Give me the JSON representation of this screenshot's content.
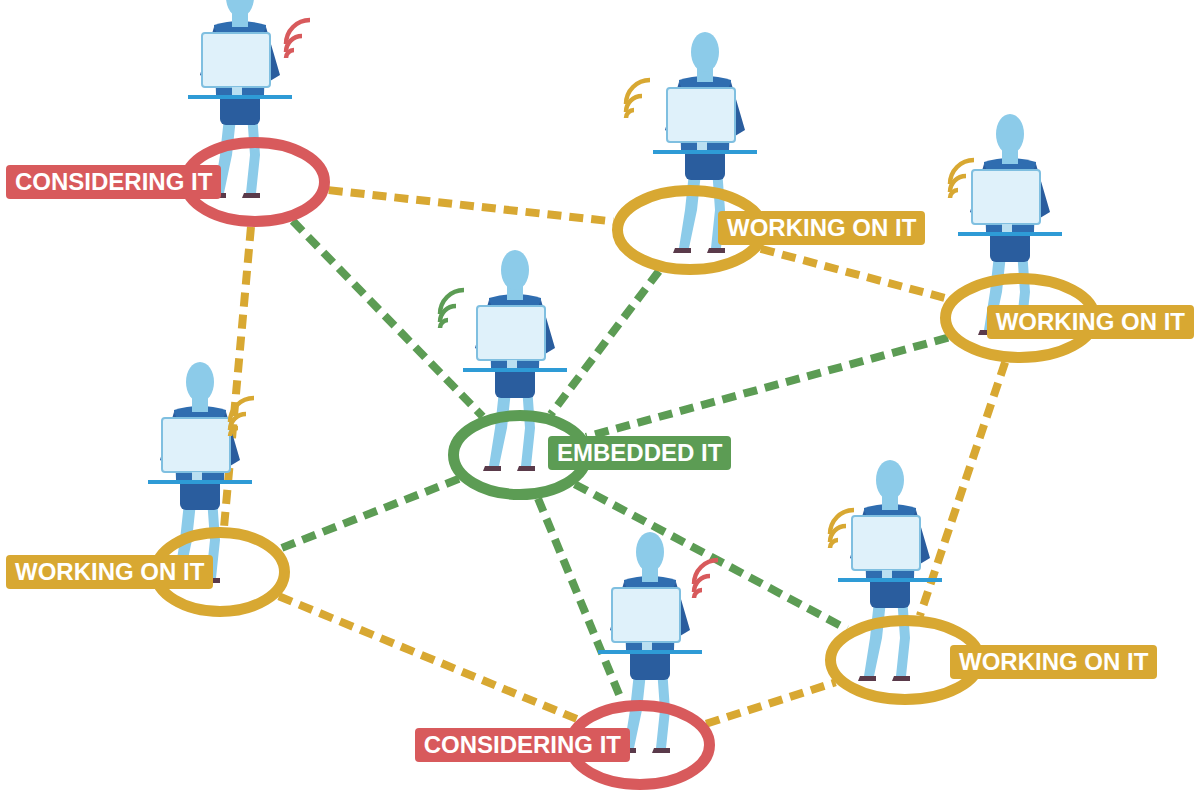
{
  "diagram": {
    "nodes": [
      {
        "text": [
          "CONSIDERING IT"
        ]
      },
      {
        "text": [
          "WORKING ON IT"
        ]
      },
      {
        "text": [
          "WORKING ON IT"
        ]
      },
      {
        "text": [
          "EMBEDDED IT"
        ]
      },
      {
        "text": [
          "WORKING ON IT"
        ]
      },
      {
        "text": [
          "CONSIDERING IT"
        ]
      },
      {
        "text": [
          "WORKING ON IT"
        ]
      }
    ],
    "edges": [
      {
        "from": 0,
        "to": 1,
        "arrow": "none"
      },
      {
        "from": 0,
        "to": 3,
        "arrow": "none"
      },
      {
        "from": 0,
        "to": 4,
        "arrow": "none"
      },
      {
        "from": 1,
        "to": 2,
        "arrow": "none"
      },
      {
        "from": 1,
        "to": 3,
        "arrow": "none"
      },
      {
        "from": 2,
        "to": 3,
        "arrow": "none"
      },
      {
        "from": 2,
        "to": 6,
        "arrow": "none"
      },
      {
        "from": 3,
        "to": 4,
        "arrow": "none"
      },
      {
        "from": 3,
        "to": 5,
        "arrow": "none"
      },
      {
        "from": 3,
        "to": 6,
        "arrow": "none"
      },
      {
        "from": 4,
        "to": 5,
        "arrow": "none"
      },
      {
        "from": 5,
        "to": 6,
        "arrow": "none"
      }
    ]
  }
}
